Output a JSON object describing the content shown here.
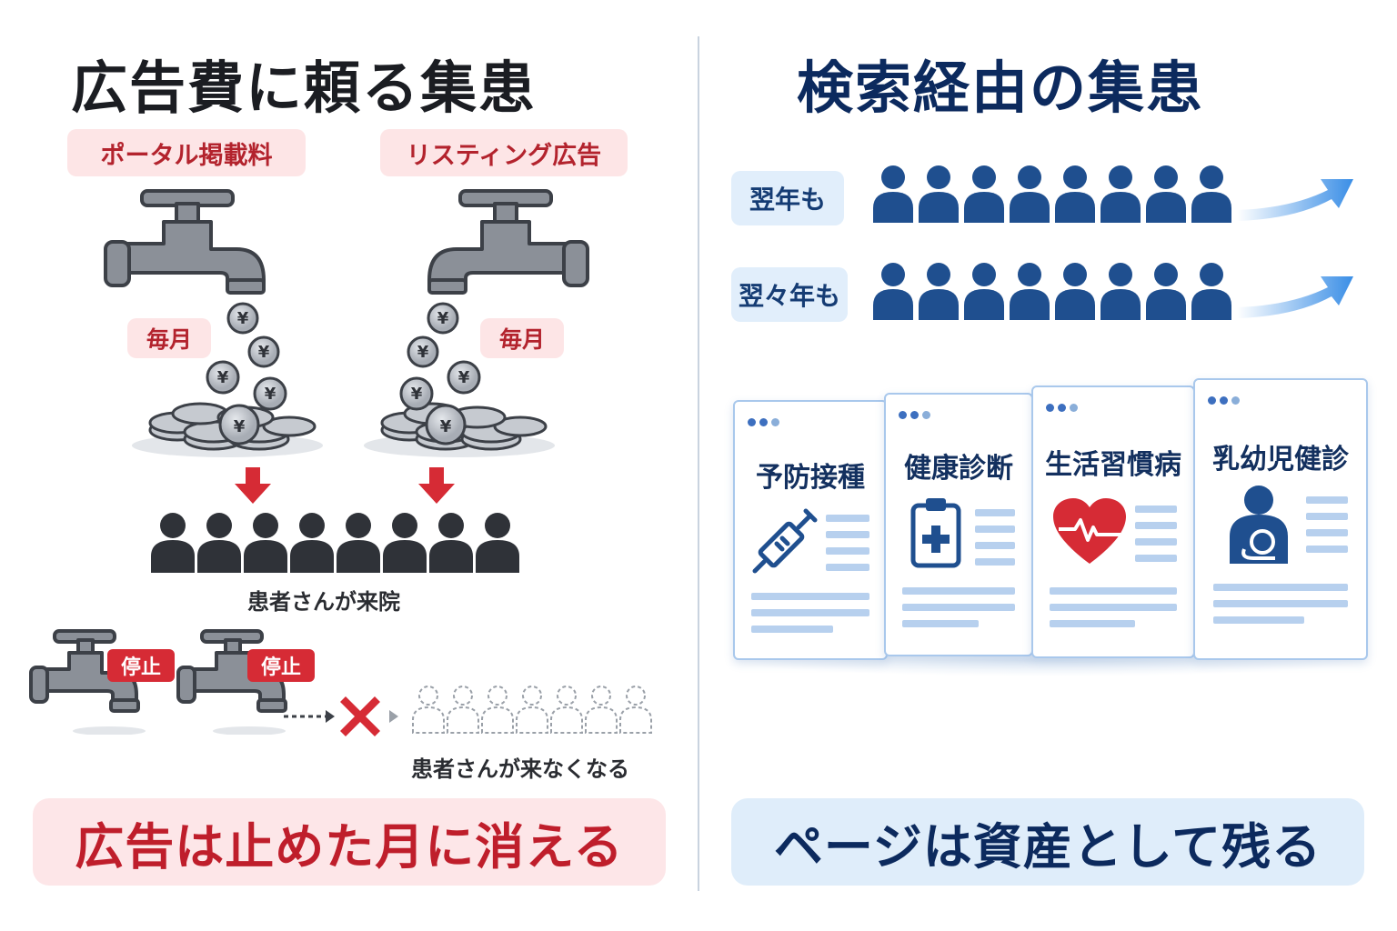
{
  "left": {
    "title": "広告費に頼る集患",
    "label_portal": "ポータル掲載料",
    "label_listing": "リスティング広告",
    "monthly_label": "毎月",
    "yen_symbol": "¥",
    "caption_visit": "患者さんが来院",
    "stop_label": "停止",
    "caption_gone": "患者さんが来なくなる",
    "banner": "広告は止めた月に消える"
  },
  "right": {
    "title": "検索経由の集患",
    "row1_label": "翌年も",
    "row2_label": "翌々年も",
    "cards": [
      {
        "title": "予防接種",
        "icon": "syringe-icon"
      },
      {
        "title": "健康診断",
        "icon": "clipboard-cross-icon"
      },
      {
        "title": "生活習慣病",
        "icon": "heart-pulse-icon"
      },
      {
        "title": "乳幼児健診",
        "icon": "parent-baby-icon"
      }
    ],
    "banner": "ページは資産として残る"
  },
  "colors": {
    "ad_red": "#d62b35",
    "pill_red_bg": "#fde5e6",
    "navy": "#0c2a5e",
    "person_blue": "#1f4f8f",
    "person_dark": "#2f3238",
    "arrow_blue": "#3a8ee6"
  }
}
